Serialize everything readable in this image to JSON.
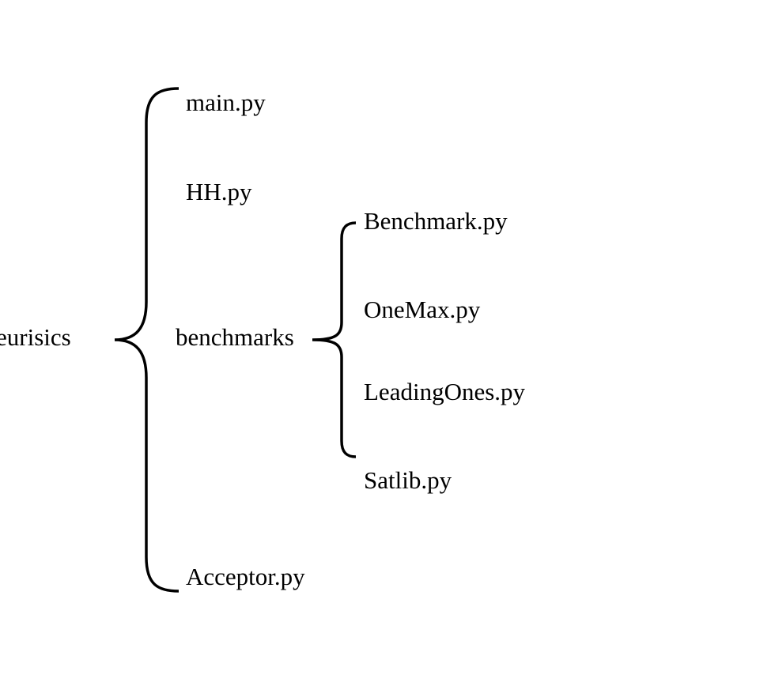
{
  "tree": {
    "root": {
      "label": "eurisics"
    },
    "level1": [
      {
        "label": "main.py"
      },
      {
        "label": "HH.py"
      },
      {
        "label": "benchmarks"
      },
      {
        "label": "Acceptor.py"
      }
    ],
    "level2": [
      {
        "label": "Benchmark.py"
      },
      {
        "label": "OneMax.py"
      },
      {
        "label": "LeadingOnes.py"
      },
      {
        "label": "Satlib.py"
      }
    ]
  },
  "colors": {
    "line": "#000000",
    "text": "#000000",
    "background": "#ffffff"
  }
}
